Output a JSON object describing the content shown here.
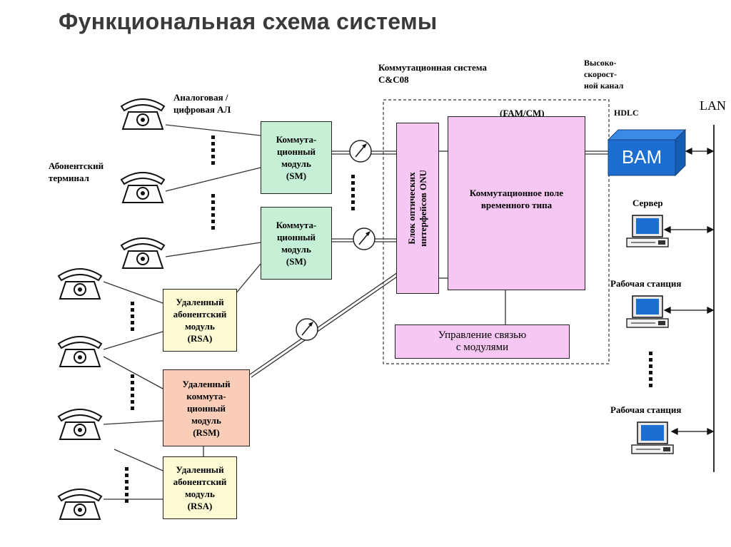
{
  "title": "Функциональная схема системы",
  "labels": {
    "switching_system": "Коммутационная система\nC&C08",
    "highspeed": "Высоко-\nскорост-\nной канал",
    "hdlc": "HDLC",
    "lan": "LAN",
    "analog_digital": "Аналоговая /\nцифровая АЛ",
    "subscriber_terminal": "Абонентский\nтерминал",
    "fam": "(FAM/CM)",
    "server": "Сервер",
    "workstation1": "Рабочая станция",
    "workstation2": "Рабочая станция"
  },
  "boxes": {
    "sm1": "Коммута-\nционный\nмодуль\n(SM)",
    "sm2": "Коммута-\nционный\nмодуль\n(SM)",
    "rsa1": "Удаленный\nабонентский\nмодуль\n(RSA)",
    "rsm": "Удаленный\nкоммута-\nционный\nмодуль\n(RSM)",
    "rsa2": "Удаленный\nабонентский\nмодуль\n(RSA)",
    "onu": "Блок оптических\nинтерфейсов ONU",
    "switch_field": "Коммутационное поле\nвременного типа",
    "module_ctrl": "Управление связью\nс модулями",
    "bam": "BAM"
  },
  "colors": {
    "sm": "#c6f0d6",
    "rsa": "#fdfbd3",
    "rsm": "#f9cdb8",
    "core": "#f6c7f3",
    "bam": "#1c6fd1"
  }
}
